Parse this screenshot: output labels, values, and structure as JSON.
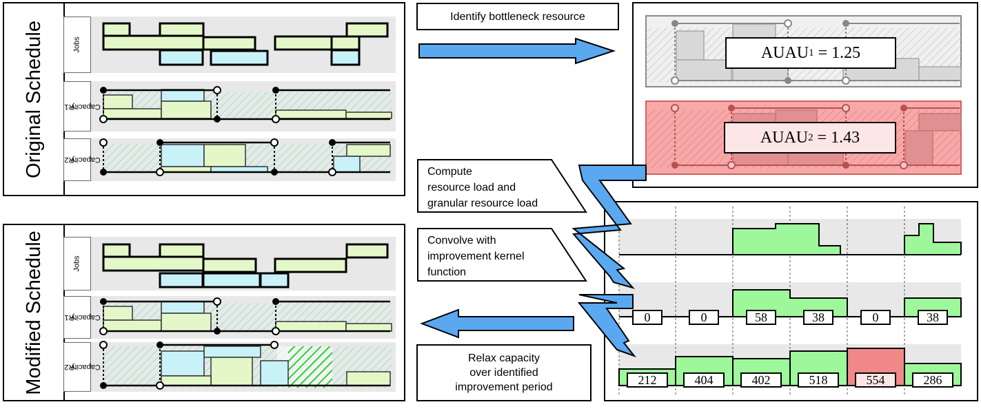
{
  "original": {
    "title": "Original Schedule",
    "jobs_label": "Jobs",
    "r1_label": [
      "R1",
      "Capacity"
    ],
    "r2_label": [
      "R2",
      "Capacity"
    ]
  },
  "modified": {
    "title": "Modified Schedule",
    "jobs_label": "Jobs",
    "r1_label": [
      "R1",
      "Capacity"
    ],
    "r2_label": [
      "R2",
      "Capacity"
    ]
  },
  "steps": {
    "identify": "Identify bottleneck resource",
    "compute": [
      "Compute",
      "resource load and",
      "granular resource load"
    ],
    "convolve": [
      "Convolve with",
      "improvement kernel",
      "function"
    ],
    "relax": [
      "Relax capacity",
      "over identified",
      "improvement period"
    ]
  },
  "auau": {
    "r1": {
      "name": "AUAU",
      "sub": "1",
      "rhs": "= 1.25"
    },
    "r2": {
      "name": "AUAU",
      "sub": "2",
      "rhs": "= 1.43"
    }
  },
  "convolved_values": [
    "0",
    "0",
    "58",
    "38",
    "0",
    "38"
  ],
  "granular_values": [
    "212",
    "404",
    "402",
    "518",
    "554",
    "286"
  ],
  "colors": {
    "job_green": "#e4f7c8",
    "job_blue": "#c8f2f8",
    "load_green": "#9ef79a",
    "bottleneck_red": "#f7a8a8",
    "arrow_blue": "#5aa8f0",
    "lane_gray": "#e8e8e8"
  }
}
